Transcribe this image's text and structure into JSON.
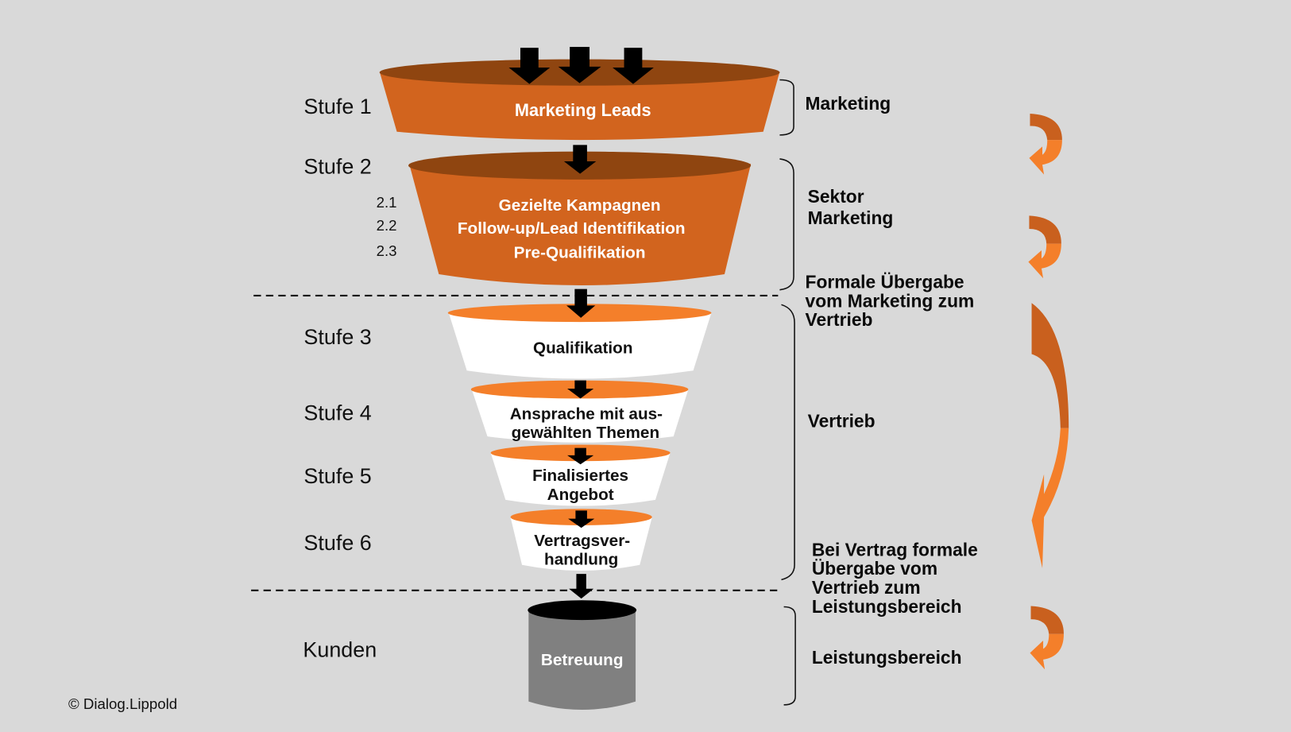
{
  "colors": {
    "background": "#d9d9d9",
    "orange_dark": "#d2641e",
    "orange_rim": "#8f4510",
    "orange_bright": "#f47f2a",
    "white": "#ffffff",
    "cylinder_body": "#808080",
    "cylinder_top": "#000000",
    "text": "#111111"
  },
  "stages": [
    {
      "id": "stufe-1",
      "label": "Stufe 1"
    },
    {
      "id": "stufe-2",
      "label": "Stufe 2"
    },
    {
      "id": "stufe-3",
      "label": "Stufe 3"
    },
    {
      "id": "stufe-4",
      "label": "Stufe 4"
    },
    {
      "id": "stufe-5",
      "label": "Stufe 5"
    },
    {
      "id": "stufe-6",
      "label": "Stufe 6"
    },
    {
      "id": "kunden",
      "label": "Kunden"
    }
  ],
  "substeps": [
    "2.1",
    "2.2",
    "2.3"
  ],
  "funnel": {
    "level1": {
      "text": "Marketing Leads"
    },
    "level2": {
      "lines": [
        "Gezielte Kampagnen",
        "Follow-up/Lead Identifikation",
        "Pre-Qualifikation"
      ]
    },
    "level3": {
      "lines": [
        "Qualifikation"
      ]
    },
    "level4": {
      "lines": [
        "Ansprache mit aus-",
        "gewählten Themen"
      ]
    },
    "level5": {
      "lines": [
        "Finalisiertes",
        "Angebot"
      ]
    },
    "level6": {
      "lines": [
        "Vertragsver-",
        "handlung"
      ]
    },
    "cylinder": {
      "text": "Betreuung"
    }
  },
  "side_labels": {
    "marketing": "Marketing",
    "sektor_marketing": [
      "Sektor",
      "Marketing"
    ],
    "uebergabe_1": [
      "Formale Übergabe",
      "vom Marketing zum",
      "Vertrieb"
    ],
    "vertrieb": "Vertrieb",
    "uebergabe_2": [
      "Bei Vertrag formale",
      "Übergabe vom",
      "Vertrieb zum",
      "Leistungsbereich"
    ],
    "leistungsbereich": "Leistungsbereich"
  },
  "copyright": "© Dialog.Lippold"
}
